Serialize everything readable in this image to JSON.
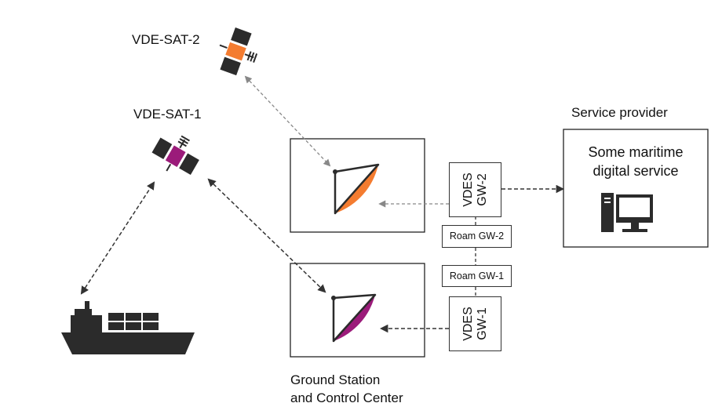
{
  "satellites": [
    {
      "label": "VDE-SAT-2",
      "color": "#f47c30"
    },
    {
      "label": "VDE-SAT-1",
      "color": "#9b1b7a"
    }
  ],
  "ground_station": {
    "label_line1": "Ground Station",
    "label_line2": "and Control Center"
  },
  "gateways": {
    "vdes_gw_2": {
      "line1": "VDES",
      "line2": "GW-2"
    },
    "vdes_gw_1": {
      "line1": "VDES",
      "line2": "GW-1"
    },
    "roam_gw_2": "Roam GW-2",
    "roam_gw_1": "Roam GW-1"
  },
  "service_provider": {
    "label": "Service provider",
    "service_line1": "Some maritime",
    "service_line2": "digital service"
  },
  "colors": {
    "orange": "#f47c30",
    "purple": "#9b1b7a",
    "dark": "#2b2b2b",
    "line": "#555555",
    "line_light": "#8a8a8a"
  },
  "icons": [
    "satellite-icon",
    "dish-antenna-icon",
    "ship-icon",
    "computer-icon"
  ]
}
